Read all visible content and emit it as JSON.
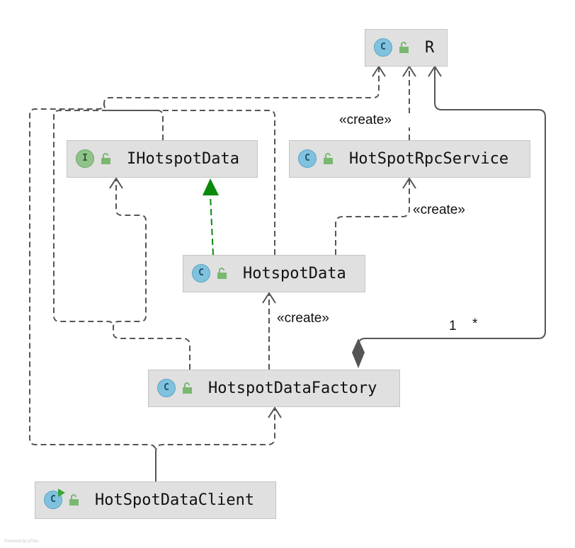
{
  "nodes": {
    "r": {
      "name": "R",
      "kind": "class"
    },
    "ihotspotdata": {
      "name": "IHotspotData",
      "kind": "interface"
    },
    "hotspotrpcservice": {
      "name": "HotSpotRpcService",
      "kind": "class"
    },
    "hotspotdata": {
      "name": "HotspotData",
      "kind": "class"
    },
    "hotspotdatafactory": {
      "name": "HotspotDataFactory",
      "kind": "class"
    },
    "hotspotdataclient": {
      "name": "HotSpotDataClient",
      "kind": "runnable-class"
    }
  },
  "icons": {
    "class": "C",
    "interface": "I"
  },
  "edge_labels": {
    "create_rpc_to_r": "«create»",
    "create_data_to_rpc": "«create»",
    "create_factory_to_data": "«create»",
    "multiplicity_one": "1",
    "multiplicity_many": "*"
  },
  "footer": "Powered by yFiles",
  "colors": {
    "node_fill": "#e0e0e0",
    "edge": "#555555",
    "realization": "#0a8a0a",
    "class_icon": "#80c2de",
    "interface_icon": "#8fc389",
    "lock": "#7ab870"
  }
}
